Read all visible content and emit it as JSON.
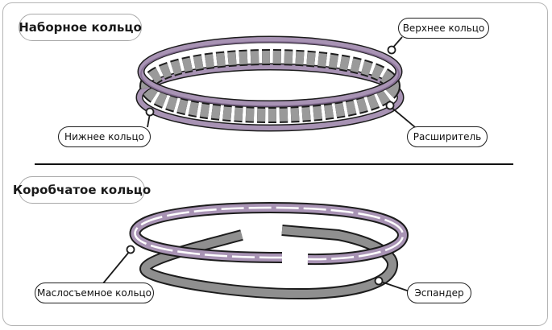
{
  "sections": {
    "top": {
      "title": "Наборное кольцо",
      "labels": {
        "upper": "Верхнее кольцо",
        "lower": "Нижнее кольцо",
        "expander": "Расширитель"
      }
    },
    "bottom": {
      "title": "Коробчатое кольцо",
      "labels": {
        "oil_ring": "Маслосъемное кольцо",
        "spreader": "Эспандер"
      }
    }
  },
  "colors": {
    "ring_purple": "#a893b4",
    "ring_purple_dark": "#7a6389",
    "expander_gray": "#8f8f8f",
    "outline": "#1c1c1c",
    "frame_border": "#b5b5b5"
  }
}
